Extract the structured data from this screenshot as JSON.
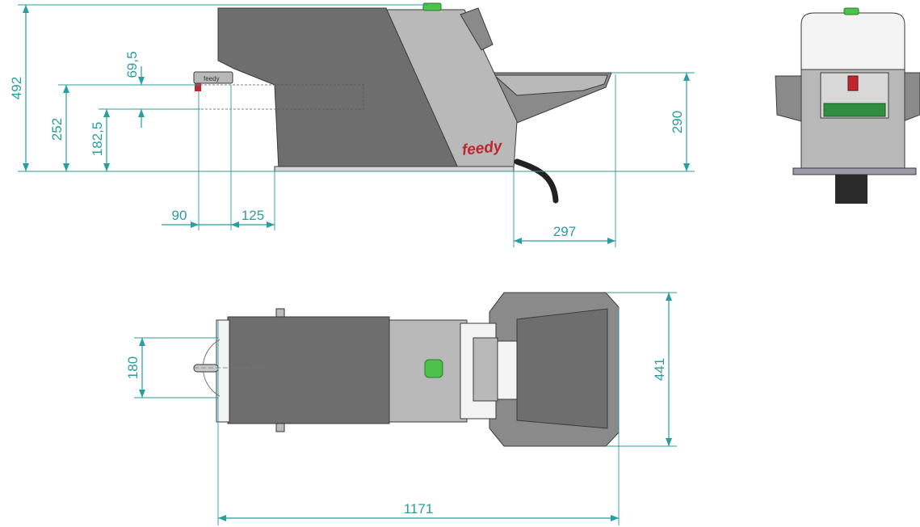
{
  "drawing": {
    "brand_name": "feedy",
    "accent_color": "#2a9d9e",
    "brand_color": "#c0272d",
    "indicator_color": "#4cc24c"
  },
  "side_view": {
    "dimensions": {
      "overall_height": "492",
      "outlet_height": "252",
      "outlet_lower": "182,5",
      "outlet_offset": "69,5",
      "outlet_x1": "90",
      "outlet_x2": "125",
      "hopper_height": "290",
      "hopper_length": "297"
    }
  },
  "front_view": {},
  "top_view": {
    "dimensions": {
      "outlet_width": "180",
      "overall_width": "441",
      "overall_length": "1171"
    }
  }
}
